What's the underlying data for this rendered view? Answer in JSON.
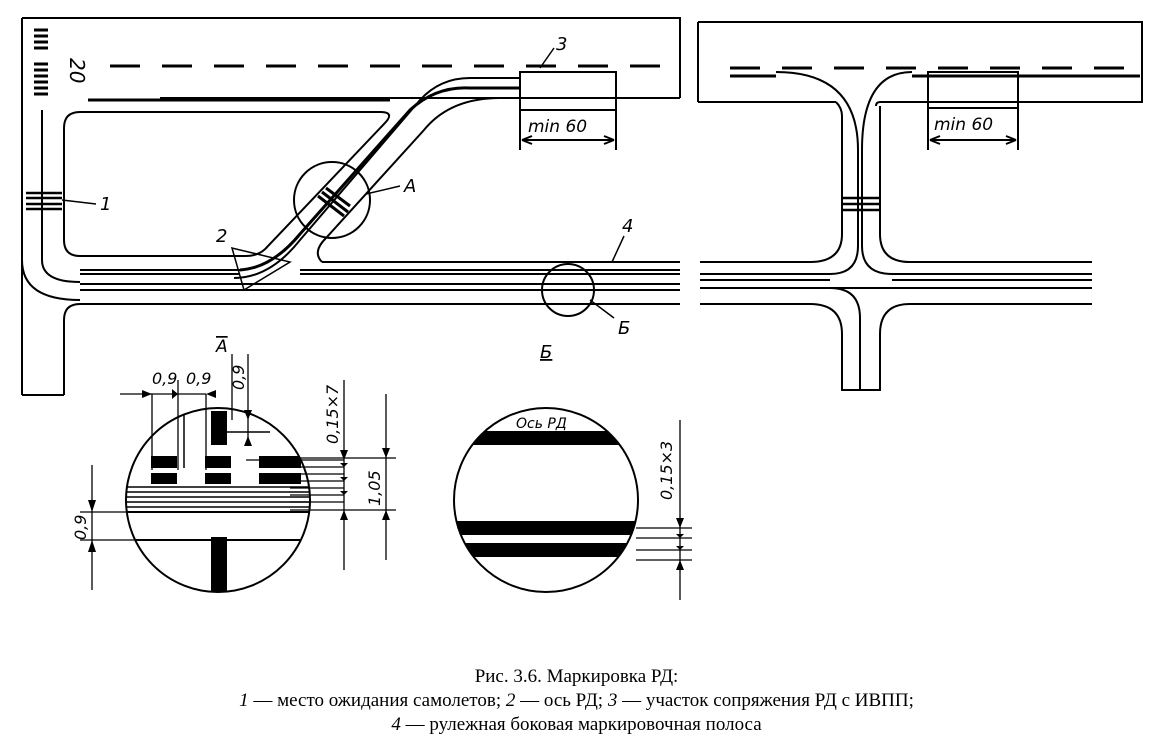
{
  "figure": {
    "runway_number": "20",
    "label_1": "1",
    "label_2": "2",
    "label_3": "3",
    "label_4": "4",
    "label_A": "А",
    "label_B": "Б",
    "label_B_under": "Б",
    "label_min60_left": "min 60",
    "label_min60_right": "min 60",
    "detailA_title": "А",
    "dim_09_a": "0,9",
    "dim_09_b": "0,9",
    "dim_09_c": "0,9",
    "dim_09_left": "0,9",
    "dim_015x7": "0,15×7",
    "dim_105": "1,05",
    "detailB_axis": "Ось РД",
    "dim_015x3": "0,15×3"
  },
  "caption": {
    "line1": "Рис. 3.6. Маркировка РД:",
    "line2_n1": "1",
    "line2_t1": " — место ожидания самолетов; ",
    "line2_n2": "2",
    "line2_t2": " — ось РД; ",
    "line2_n3": "3",
    "line2_t3": " — участок сопряжения РД с ИВПП;",
    "line3_n4": "4",
    "line3_t4": " — рулежная боковая маркировочная полоса"
  }
}
